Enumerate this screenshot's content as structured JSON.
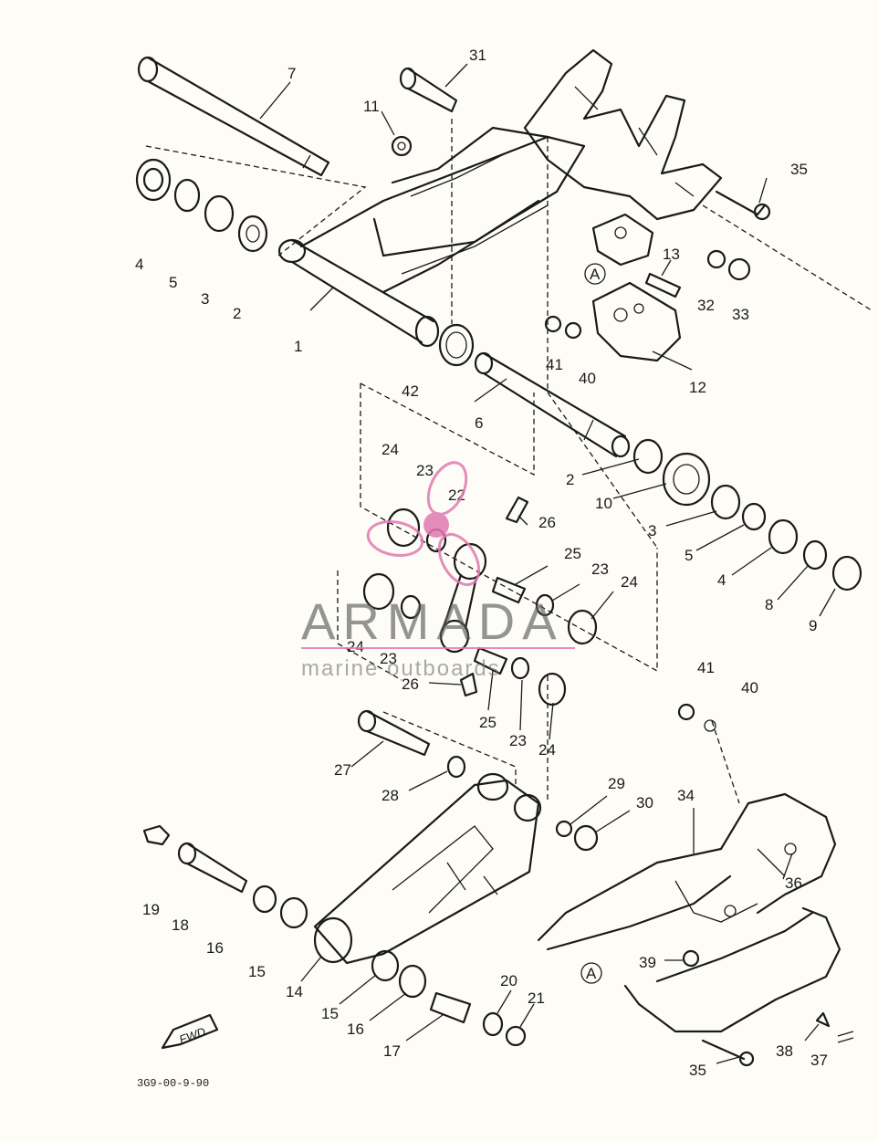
{
  "callouts": [
    {
      "id": "c7",
      "text": "7"
    },
    {
      "id": "c31",
      "text": "31"
    },
    {
      "id": "c11",
      "text": "11"
    },
    {
      "id": "c35a",
      "text": "35"
    },
    {
      "id": "c4a",
      "text": "4"
    },
    {
      "id": "c5a",
      "text": "5"
    },
    {
      "id": "c3a",
      "text": "3"
    },
    {
      "id": "c2a",
      "text": "2"
    },
    {
      "id": "c1",
      "text": "1"
    },
    {
      "id": "c13",
      "text": "13"
    },
    {
      "id": "c32",
      "text": "32"
    },
    {
      "id": "c33",
      "text": "33"
    },
    {
      "id": "c41a",
      "text": "41"
    },
    {
      "id": "c40a",
      "text": "40"
    },
    {
      "id": "c12",
      "text": "12"
    },
    {
      "id": "c42",
      "text": "42"
    },
    {
      "id": "c6",
      "text": "6"
    },
    {
      "id": "c24a",
      "text": "24"
    },
    {
      "id": "c23a",
      "text": "23"
    },
    {
      "id": "c22",
      "text": "22"
    },
    {
      "id": "c26a",
      "text": "26"
    },
    {
      "id": "c2b",
      "text": "2"
    },
    {
      "id": "c10",
      "text": "10"
    },
    {
      "id": "c3b",
      "text": "3"
    },
    {
      "id": "c5b",
      "text": "5"
    },
    {
      "id": "c4b",
      "text": "4"
    },
    {
      "id": "c8",
      "text": "8"
    },
    {
      "id": "c9",
      "text": "9"
    },
    {
      "id": "c25a",
      "text": "25"
    },
    {
      "id": "c23b",
      "text": "23"
    },
    {
      "id": "c24b",
      "text": "24"
    },
    {
      "id": "c24c",
      "text": "24"
    },
    {
      "id": "c23c",
      "text": "23"
    },
    {
      "id": "c26b",
      "text": "26"
    },
    {
      "id": "c25b",
      "text": "25"
    },
    {
      "id": "c23d",
      "text": "23"
    },
    {
      "id": "c24d",
      "text": "24"
    },
    {
      "id": "c41b",
      "text": "41"
    },
    {
      "id": "c40b",
      "text": "40"
    },
    {
      "id": "c27",
      "text": "27"
    },
    {
      "id": "c28",
      "text": "28"
    },
    {
      "id": "c29",
      "text": "29"
    },
    {
      "id": "c30",
      "text": "30"
    },
    {
      "id": "c34",
      "text": "34"
    },
    {
      "id": "c36",
      "text": "36"
    },
    {
      "id": "c19",
      "text": "19"
    },
    {
      "id": "c18",
      "text": "18"
    },
    {
      "id": "c16a",
      "text": "16"
    },
    {
      "id": "c15a",
      "text": "15"
    },
    {
      "id": "c14",
      "text": "14"
    },
    {
      "id": "c15b",
      "text": "15"
    },
    {
      "id": "c16b",
      "text": "16"
    },
    {
      "id": "c17",
      "text": "17"
    },
    {
      "id": "c20",
      "text": "20"
    },
    {
      "id": "c21",
      "text": "21"
    },
    {
      "id": "c39",
      "text": "39"
    },
    {
      "id": "c38",
      "text": "38"
    },
    {
      "id": "c37",
      "text": "37"
    },
    {
      "id": "c35b",
      "text": "35"
    }
  ],
  "reference_markers": [
    {
      "id": "ra1",
      "text": "A"
    },
    {
      "id": "ra2",
      "text": "A"
    }
  ],
  "direction_tag": "FWD",
  "drawing_code": "3G9-00-9-90",
  "watermark": {
    "brand": "ARMADA",
    "tagline": "marine outboards",
    "accent_color": "#e07ab0",
    "text_color": "#5a5a5a"
  },
  "colors": {
    "line": "#1a1a1a",
    "paper": "#fdfcf7"
  }
}
